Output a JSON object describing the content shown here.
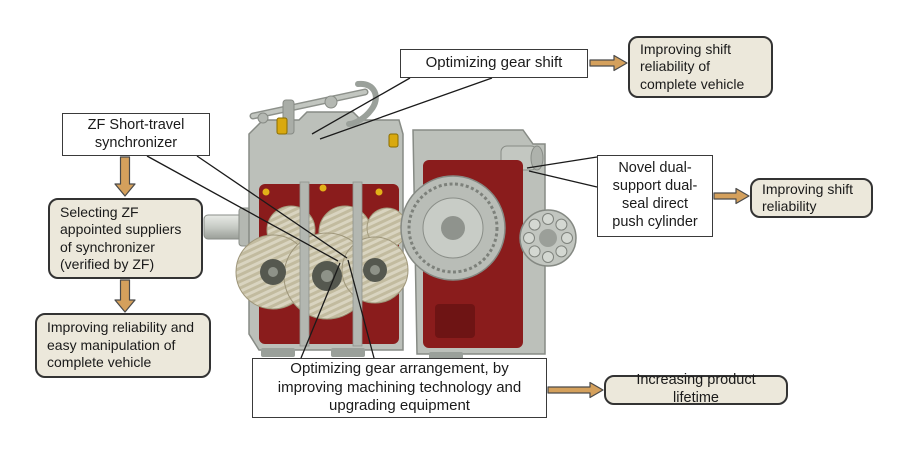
{
  "figure": {
    "measures": {
      "gear_shift": "Optimizing gear shift",
      "synchronizer": "ZF Short-travel synchronizer",
      "cylinder": "Novel dual-support dual-seal direct push cylinder",
      "gear_arrangement": "Optimizing gear arrangement, by improving machining technology and upgrading equipment"
    },
    "benefits": {
      "shift_reliability_vehicle": "Improving shift reliability of complete vehicle",
      "selecting_suppliers": "Selecting ZF appointed suppliers of synchronizer (verified by ZF)",
      "reliability_manipulation": "Improving reliability and easy manipulation of complete vehicle",
      "shift_reliability": "Improving shift reliability",
      "product_lifetime": "Increasing product lifetime"
    },
    "image": {
      "description": "Cutaway 3D rendering of a heavy-duty truck transmission gearbox"
    },
    "colors": {
      "benefit_box_fill": "#ece8db",
      "box_border": "#333333",
      "measure_box_fill": "#ffffff",
      "arrow_fill": "#d4a05c",
      "arrow_outline": "#4a4a4a",
      "leader_line": "#1a1a1a",
      "cutaway_red": "#8a1c1c",
      "housing_gray": "#bcc0ba",
      "gear_metal": "#d9d4c0",
      "accent_yellow": "#e2b118",
      "text": "#1a1a1a"
    }
  }
}
